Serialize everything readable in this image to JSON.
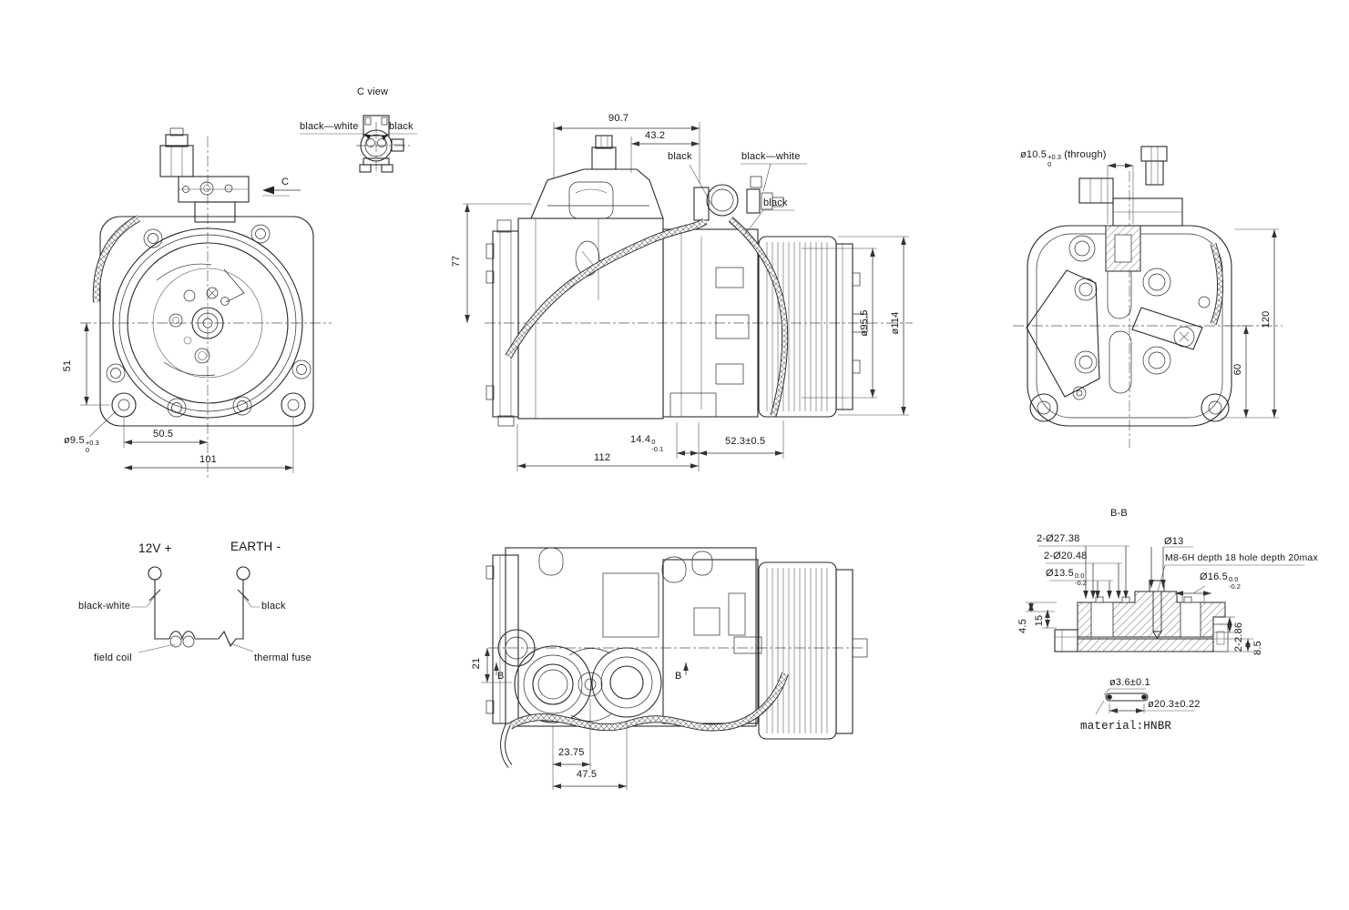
{
  "colors": {
    "line": "#2a2a2a",
    "dim_line": "#333333",
    "background": "#ffffff"
  },
  "c_view": {
    "title": "C view",
    "wire_left": "black—white",
    "wire_right": "black",
    "direction_label": "C"
  },
  "front_view": {
    "dim_height_51": "51",
    "mount_hole": {
      "dia": "ø9.5",
      "tol_up": "+0.3",
      "tol_low": "0"
    },
    "dim_50_5": "50.5",
    "dim_101": "101"
  },
  "side_view": {
    "dim_90_7": "90.7",
    "dim_43_2": "43.2",
    "wire_black_top": "black",
    "wire_black_white": "black—white",
    "wire_black_lower": "black",
    "dim_77": "77",
    "dim_14_4": {
      "val": "14.4",
      "tol_up": "0",
      "tol_low": "-0.1"
    },
    "dim_52_3": "52.3±0.5",
    "dim_112": "112",
    "pulley_pitch_dia": "ø95.5",
    "pulley_od": "ø114"
  },
  "rear_view": {
    "through_hole": {
      "dia": "ø10.5",
      "tol_up": "+0.3",
      "tol_low": "0",
      "note": "(through)"
    },
    "dim_120": "120",
    "dim_60": "60"
  },
  "wiring": {
    "positive": "12V +",
    "negative": "EARTH -",
    "wire_positive": "black-white",
    "wire_negative": "black",
    "coil_label": "field coil",
    "fuse_label": "thermal fuse"
  },
  "bottom_view": {
    "dim_21": "21",
    "section_marker": "B",
    "dim_23_75": "23.75",
    "dim_47_5": "47.5"
  },
  "section_bb": {
    "title": "B-B",
    "dim_2_27_38": "2-Ø27.38",
    "dim_2_20_48": "2-Ø20.48",
    "bore_13_5": {
      "dia": "Ø13.5",
      "tol_up": "0.0",
      "tol_low": "-0.2"
    },
    "dim_13": "Ø13",
    "thread_note": "M8-6H depth 18 hole depth 20max",
    "bore_16_5": {
      "dia": "Ø16.5",
      "tol_up": "0.0",
      "tol_low": "-0.2"
    },
    "dim_4_5": "4.5",
    "dim_15": "15",
    "dim_2_2_86": "2-2.86",
    "dim_8_5": "8.5"
  },
  "oring": {
    "cross_section": "ø3.6±0.1",
    "diameter": "ø20.3±0.22",
    "material_note": "material:HNBR"
  }
}
